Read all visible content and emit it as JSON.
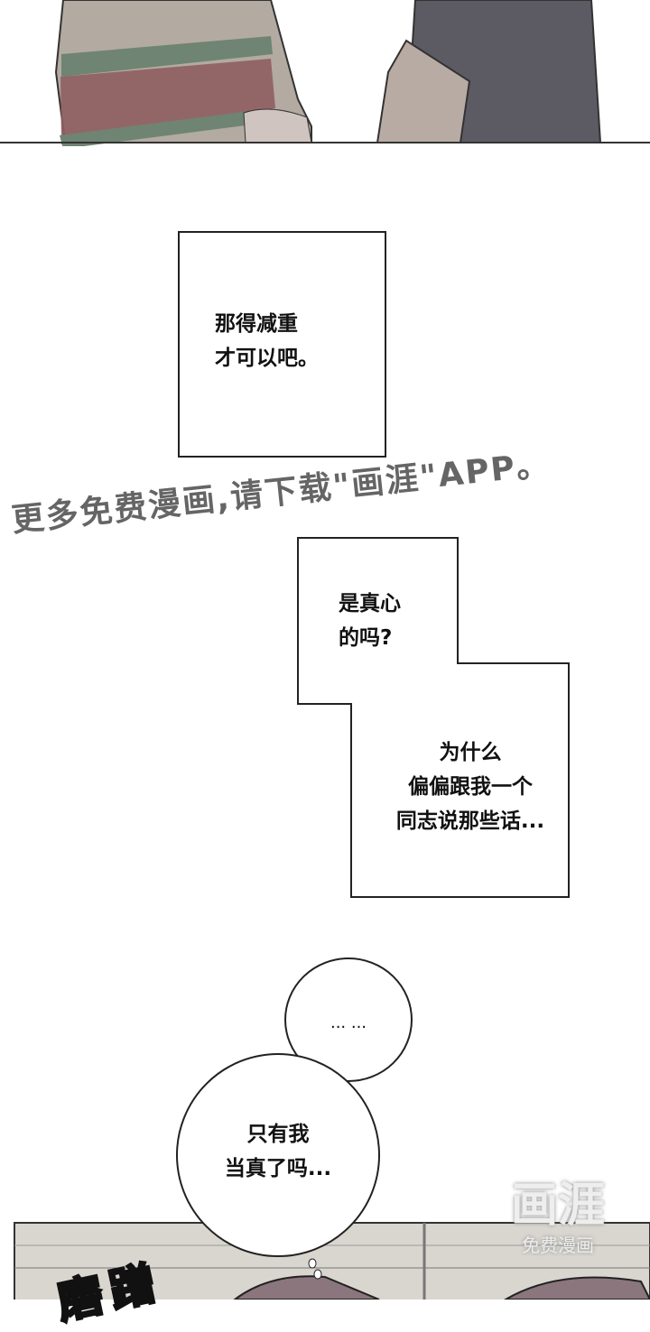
{
  "panels": {
    "box1": {
      "lines": "那得减重\n才可以吧。"
    },
    "box2": {
      "lines": "是真心\n的吗?"
    },
    "box3": {
      "lines": "为什么\n偏偏跟我一个\n同志说那些话..."
    },
    "bubble1": {
      "text": "... ..."
    },
    "bubble2": {
      "lines": "只有我\n当真了吗..."
    },
    "sfx": "磨蹭"
  },
  "watermark": "更多免费漫画,请下载\"画涯\"APP。",
  "logo": {
    "title": "画涯",
    "subtitle": "免费漫画"
  },
  "colors": {
    "sweater": "#b3aaa1",
    "stripe_red": "#8e5e60",
    "stripe_green": "#6f8472",
    "shirt": "#5c5b63",
    "skin": "#b8aba3"
  }
}
